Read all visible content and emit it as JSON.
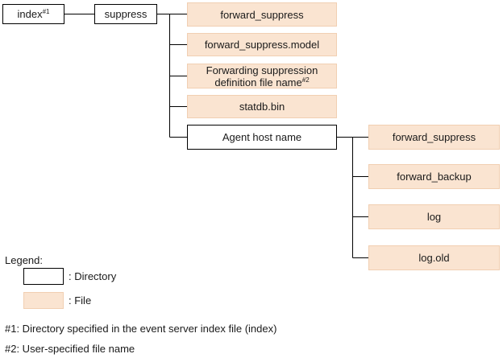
{
  "nodes": {
    "index": {
      "label": "index",
      "note": "#1"
    },
    "suppress": {
      "label": "suppress"
    },
    "forward_suppress": {
      "label": "forward_suppress"
    },
    "forward_suppress_model": {
      "label": "forward_suppress.model"
    },
    "suppression_def": {
      "line1": "Forwarding suppression",
      "line2": "definition file name",
      "note": "#2"
    },
    "statdb": {
      "label": "statdb.bin"
    },
    "agent_host": {
      "label": "Agent host name"
    },
    "agent_forward_suppress": {
      "label": "forward_suppress"
    },
    "forward_backup": {
      "label": "forward_backup"
    },
    "log": {
      "label": "log"
    },
    "log_old": {
      "label": "log.old"
    }
  },
  "legend": {
    "title": "Legend:",
    "directory": ": Directory",
    "file": ": File"
  },
  "notes": {
    "n1": "#1: Directory specified in the event server index file (index)",
    "n2": "#2: User-specified file name"
  },
  "colors": {
    "file_fill": "#fae4d1",
    "directory_fill": "#ffffff",
    "line": "#000000"
  }
}
